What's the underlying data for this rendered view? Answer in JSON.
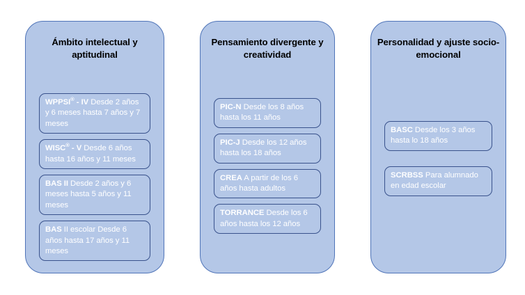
{
  "diagram": {
    "title_visible": false,
    "colors": {
      "panel_fill": "#b4c7e7",
      "panel_border": "#4f74b8",
      "card_fill": "#b4c7e7",
      "card_border": "#39528c",
      "card_text": "#ffffff",
      "heading_text": "#000000",
      "background": "#ffffff"
    },
    "columns": [
      {
        "id": "intelectual",
        "heading": "Ámbito intelectual y aptitudinal",
        "cards": [
          {
            "name": "WPPSI",
            "superscript": "®",
            "name_suffix": " - IV",
            "description": "Desde 2 años y 6 meses hasta 7 años y 7 meses"
          },
          {
            "name": "WISC",
            "superscript": "®",
            "name_suffix": " - V",
            "description": "Desde 6 años hasta 16 años y 11 meses"
          },
          {
            "name": "BAS II",
            "superscript": "",
            "name_suffix": "",
            "description": "Desde 2 años y 6 meses hasta 5 años y 11 meses"
          },
          {
            "name": "BAS",
            "superscript": "",
            "name_suffix": "",
            "description": "II escolar Desde 6 años hasta 17 años y 11 meses"
          }
        ]
      },
      {
        "id": "divergente",
        "heading": "Pensamiento divergente y creatividad",
        "cards": [
          {
            "name": "PIC-N",
            "superscript": "",
            "name_suffix": "",
            "description": "Desde los 8 años hasta los 11 años"
          },
          {
            "name": "PIC-J",
            "superscript": "",
            "name_suffix": "",
            "description": "Desde los 12 años hasta los 18 años"
          },
          {
            "name": "CREA",
            "superscript": "",
            "name_suffix": "",
            "description": "A partir de los 6 años hasta adultos"
          },
          {
            "name": "TORRANCE",
            "superscript": "",
            "name_suffix": "",
            "description": "Desde los 6 años hasta los 12 años"
          }
        ]
      },
      {
        "id": "personalidad",
        "heading": "Personalidad y ajuste socio-emocional",
        "cards": [
          {
            "name": "BASC",
            "superscript": "",
            "name_suffix": "",
            "description": "Desde los 3 años hasta lo 18 años"
          },
          {
            "name": "SCRBSS",
            "superscript": "",
            "name_suffix": "",
            "description": "Para alumnado en edad escolar"
          }
        ]
      }
    ]
  }
}
